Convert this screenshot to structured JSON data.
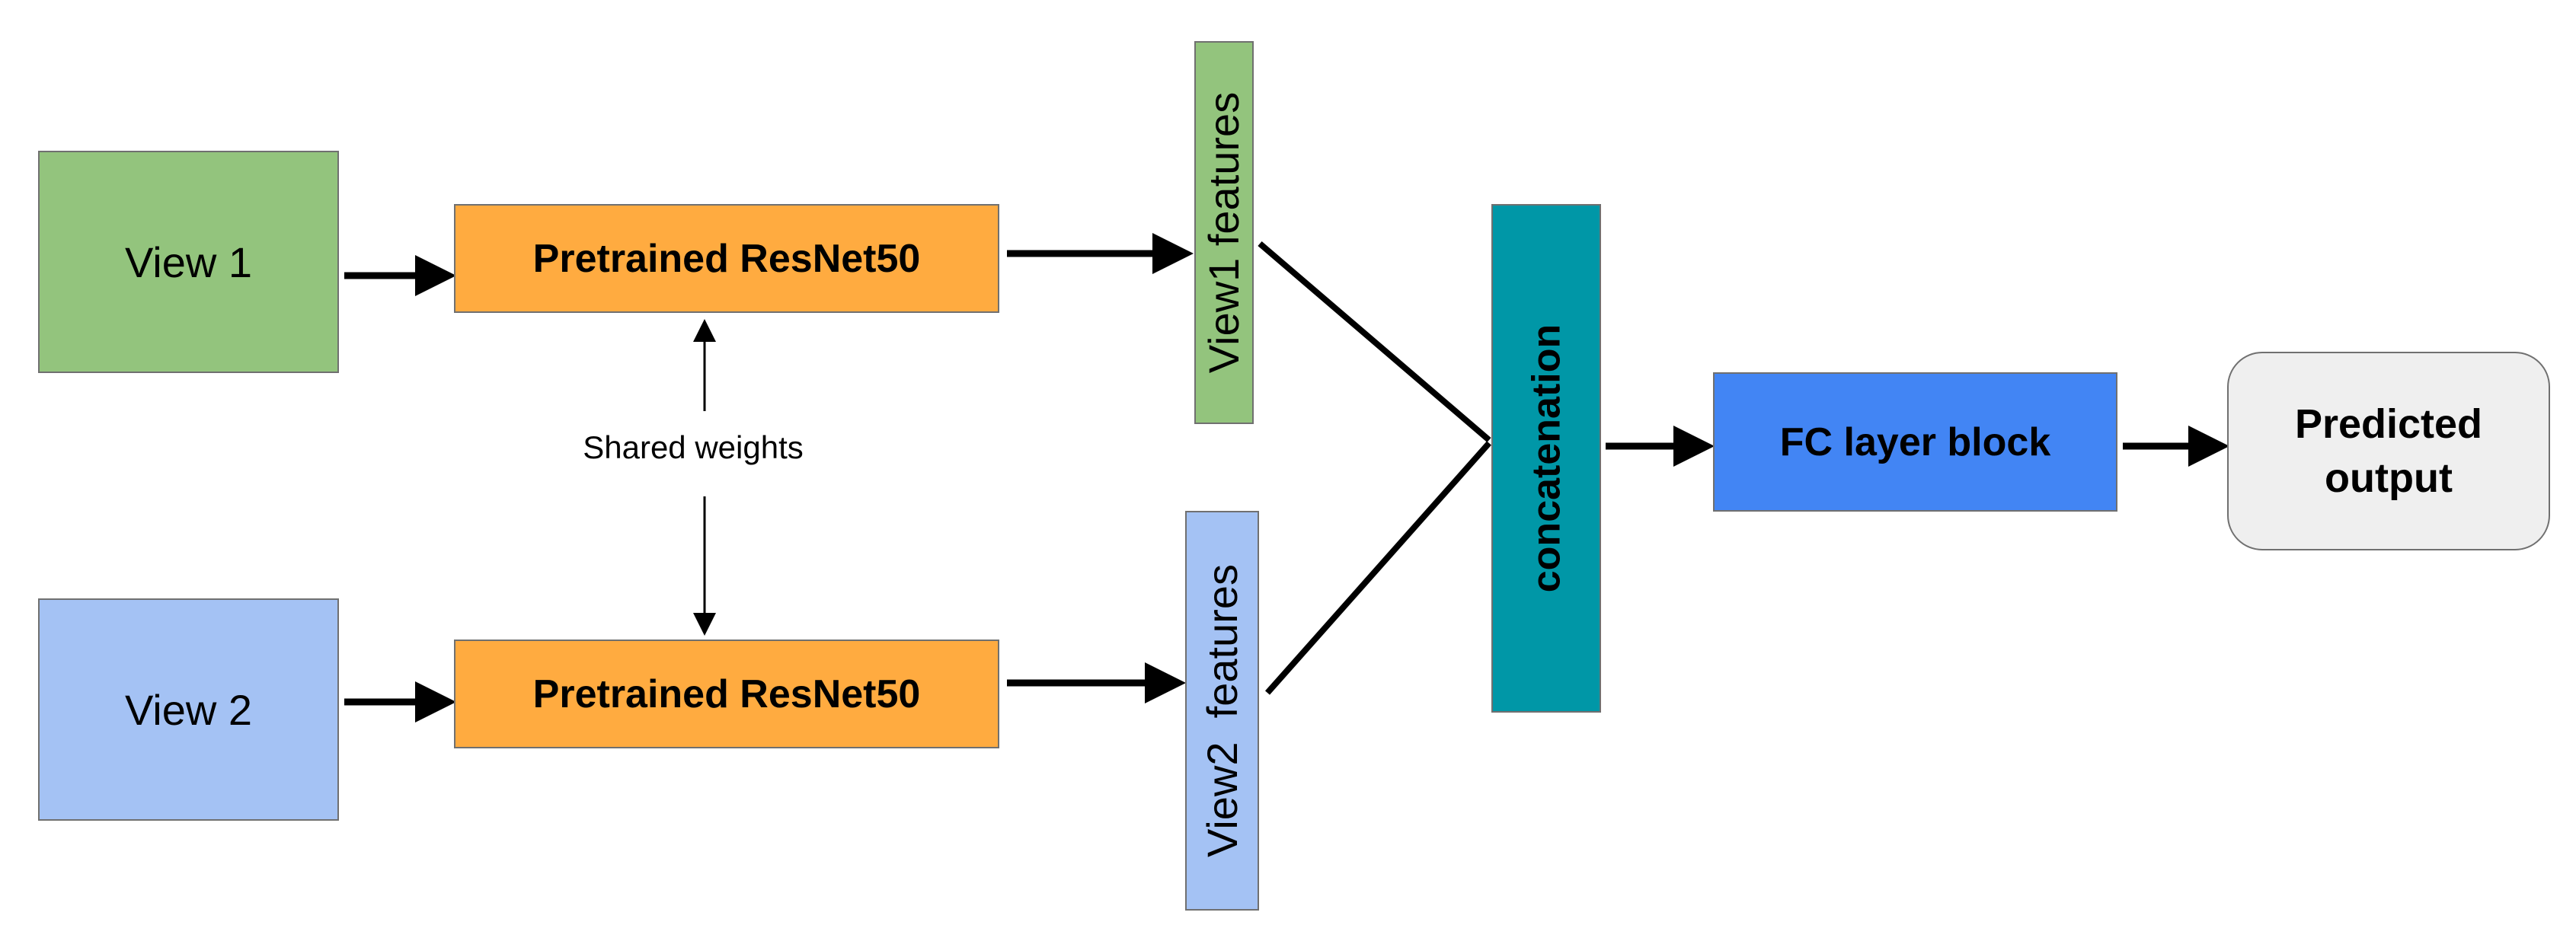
{
  "diagram": {
    "inputs": [
      {
        "label": "View 1",
        "color": "#93c47d"
      },
      {
        "label": "View 2",
        "color": "#a4c2f4"
      }
    ],
    "encoders": [
      {
        "label": "Pretrained ResNet50",
        "color": "#ffab40"
      },
      {
        "label": "Pretrained ResNet50",
        "color": "#ffab40"
      }
    ],
    "shared_label": "Shared weights",
    "features": [
      {
        "label": "View1 features",
        "color": "#93c47d"
      },
      {
        "label": "View2  features",
        "color": "#a4c2f4"
      }
    ],
    "concat_label": "concatenation",
    "concat_color": "#0097a7",
    "fc_label": "FC layer block",
    "fc_color": "#4285f4",
    "output_lines": [
      "Predicted",
      "output"
    ],
    "output_color": "#efefef"
  }
}
